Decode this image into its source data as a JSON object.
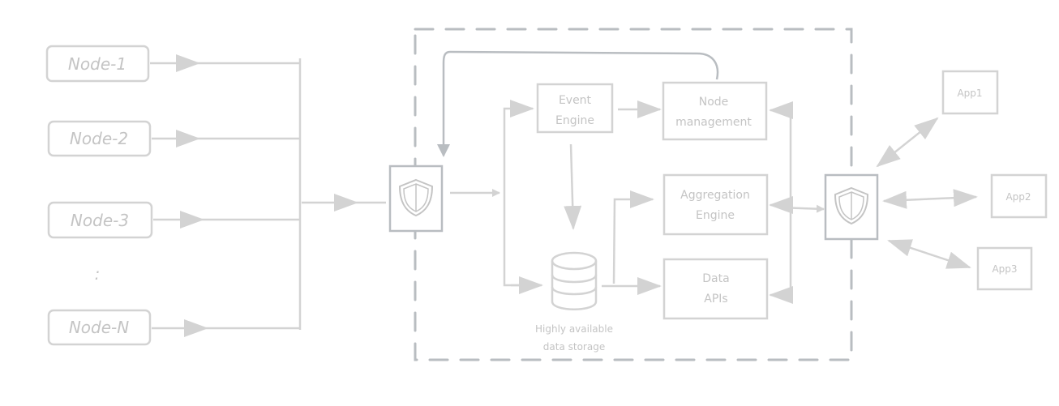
{
  "nodes": [
    "Node-1",
    "Node-2",
    "Node-3",
    "Node-N"
  ],
  "ellipsis": ":",
  "components": {
    "event_engine": [
      "Event",
      "Engine"
    ],
    "node_management": [
      "Node",
      "management"
    ],
    "aggregation_engine": [
      "Aggregation",
      "Engine"
    ],
    "data_apis": [
      "Data",
      "APIs"
    ],
    "storage_label": [
      "Highly available",
      "data storage"
    ]
  },
  "apps": [
    "App1",
    "App2",
    "App3"
  ],
  "colors": {
    "stroke": "#d3d3d3",
    "dashed": "#b9bdc1",
    "text": "#c4c4c4"
  }
}
